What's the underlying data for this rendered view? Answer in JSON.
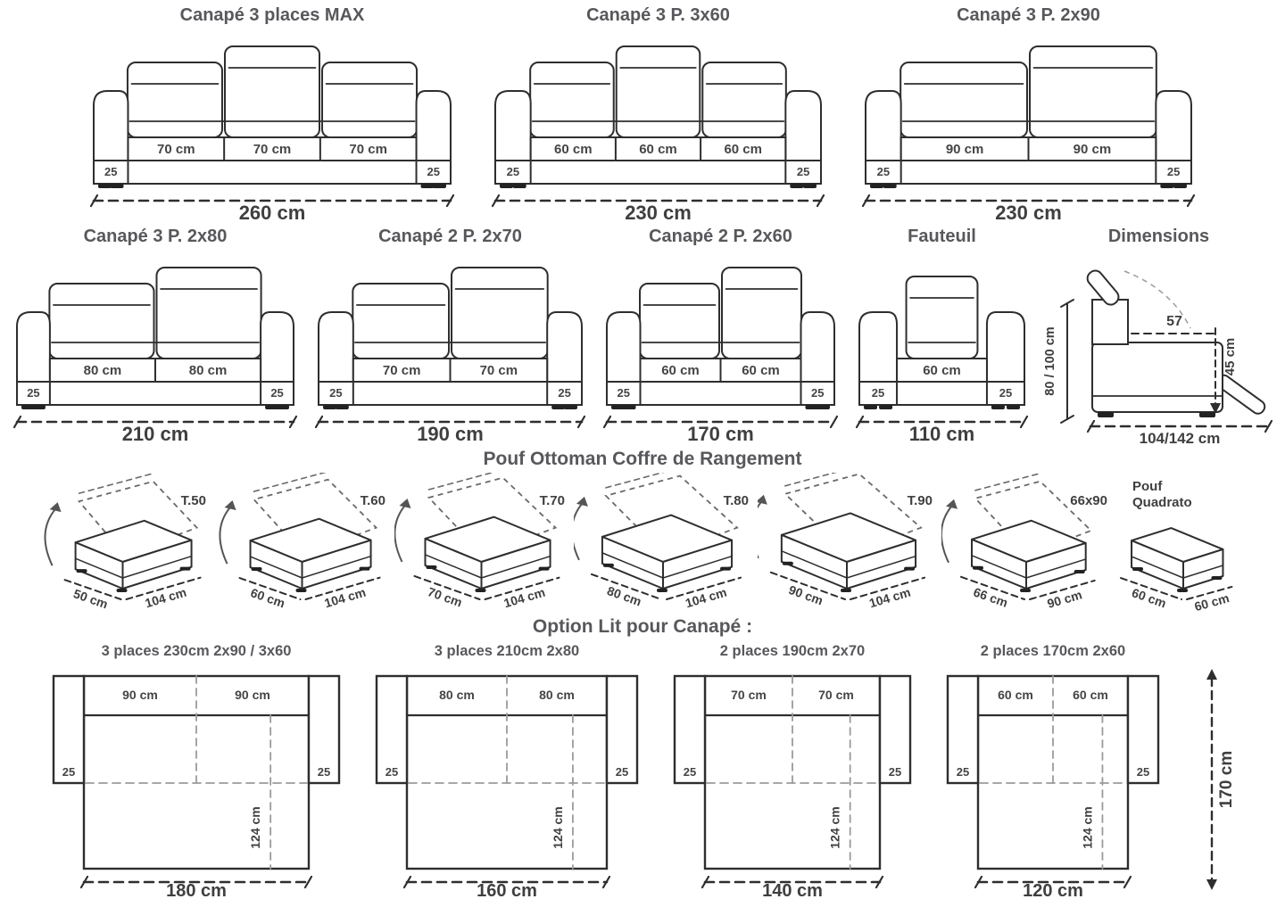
{
  "colors": {
    "line": "#2e2e2e",
    "title": "#58585c",
    "dim": "#3f3f3f",
    "seat_text": "#454545",
    "dash_gray": "#9b9b9b"
  },
  "sofa_rows": [
    {
      "cards": [
        {
          "title": "Canapé 3 places MAX",
          "seats": [
            "70 cm",
            "70 cm",
            "70 cm"
          ],
          "arm_label": "25",
          "total_label": "260 cm"
        },
        {
          "title": "Canapé 3 P. 3x60",
          "seats": [
            "60 cm",
            "60 cm",
            "60 cm"
          ],
          "arm_label": "25",
          "total_label": "230 cm"
        },
        {
          "title": "Canapé 3 P. 2x90",
          "seats": [
            "90 cm",
            "90 cm"
          ],
          "arm_label": "25",
          "total_label": "230 cm"
        }
      ]
    },
    {
      "cards": [
        {
          "title": "Canapé 3 P. 2x80",
          "seats": [
            "80 cm",
            "80 cm"
          ],
          "arm_label": "25",
          "total_label": "210 cm"
        },
        {
          "title": "Canapé 2 P. 2x70",
          "seats": [
            "70 cm",
            "70 cm"
          ],
          "arm_label": "25",
          "total_label": "190 cm"
        },
        {
          "title": "Canapé 2 P. 2x60",
          "seats": [
            "60 cm",
            "60 cm"
          ],
          "arm_label": "25",
          "total_label": "170 cm"
        },
        {
          "title": "Fauteuil",
          "seats": [
            "60 cm"
          ],
          "arm_label": "25",
          "total_label": "110 cm"
        }
      ]
    }
  ],
  "dimensions_card": {
    "title": "Dimensions",
    "height_label": "80 / 100 cm",
    "seat_depth_label": "57",
    "extension_label": "45 cm",
    "total_depth_label": "104/142 cm"
  },
  "pouf_section": {
    "title": "Pouf Ottoman Coffre de Rangement",
    "poufs": [
      {
        "name": "T.50",
        "side": "50 cm",
        "front": "104 cm",
        "lid": true
      },
      {
        "name": "T.60",
        "side": "60 cm",
        "front": "104 cm",
        "lid": true
      },
      {
        "name": "T.70",
        "side": "70 cm",
        "front": "104 cm",
        "lid": true
      },
      {
        "name": "T.80",
        "side": "80 cm",
        "front": "104 cm",
        "lid": true
      },
      {
        "name": "T.90",
        "side": "90 cm",
        "front": "104 cm",
        "lid": true
      },
      {
        "name": "66x90",
        "side": "66 cm",
        "front": "90 cm",
        "lid": true
      },
      {
        "name": "Pouf Quadrato",
        "name_lines": [
          "Pouf",
          "Quadrato"
        ],
        "side": "60 cm",
        "front": "60 cm",
        "lid": false
      }
    ]
  },
  "bed_section": {
    "title": "Option Lit pour Canapé :",
    "beds": [
      {
        "title": "3 places 230cm 2x90 / 3x60",
        "seats": [
          "90 cm",
          "90 cm"
        ],
        "arm_label": "25",
        "depth_label": "124 cm",
        "total_label": "180 cm"
      },
      {
        "title": "3 places 210cm 2x80",
        "seats": [
          "80 cm",
          "80 cm"
        ],
        "arm_label": "25",
        "depth_label": "124 cm",
        "total_label": "160 cm"
      },
      {
        "title": "2 places 190cm 2x70",
        "seats": [
          "70 cm",
          "70 cm"
        ],
        "arm_label": "25",
        "depth_label": "124 cm",
        "total_label": "140 cm"
      },
      {
        "title": "2 places 170cm 2x60",
        "seats": [
          "60 cm",
          "60 cm"
        ],
        "arm_label": "25",
        "depth_label": "124 cm",
        "total_label": "120 cm"
      }
    ],
    "height_label": "170 cm"
  }
}
